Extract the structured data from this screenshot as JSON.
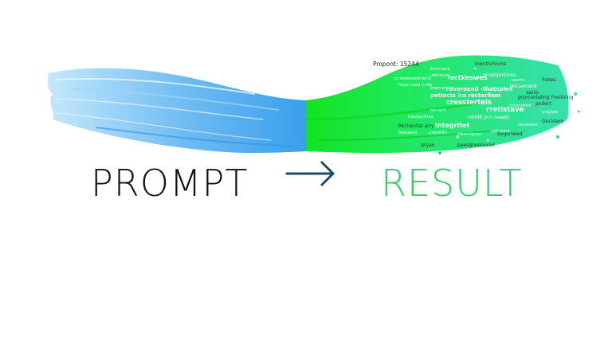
{
  "left_label": "PROMPT",
  "right_label": "RESULT",
  "arrow_icon": "right-arrow-icon",
  "colors": {
    "prompt_stroke_start": "#b6e2fb",
    "prompt_stroke_end": "#3aa1ec",
    "result_stroke_start": "#19e632",
    "result_stroke_end": "#2be3a6",
    "result_text": "#2ecf6a",
    "arrow": "#1c4a66",
    "prompt_text": "#0f1418"
  },
  "result_fragments": {
    "header": "Propont: 15244",
    "words": [
      "inectivhiuns",
      "Estrrsure",
      "uolicnuns",
      "progtiphitines",
      "taarts",
      "pcreseneetriants",
      "lectkeswes",
      "ietcwerand",
      "Fotes",
      "fouiriceed ondy",
      "prelcarelio",
      "swiss",
      "petiocts ira recterliam",
      "reveroand -thatsplen",
      "prprcsnteling Frestiring",
      "cresstertels",
      "podert",
      "rretistave",
      "trtenrtnte",
      "Gecislem",
      "pinncrt",
      "omdlt yon reaats",
      "tecelsion",
      "haxopcthes",
      "Integritet",
      "anfoesnt",
      "Rechentat arry",
      "ungltes",
      "Resusuit",
      "pressilts",
      "Heernipron",
      "Eegoriwed",
      "Aryan",
      "peesgnenhored"
    ]
  }
}
